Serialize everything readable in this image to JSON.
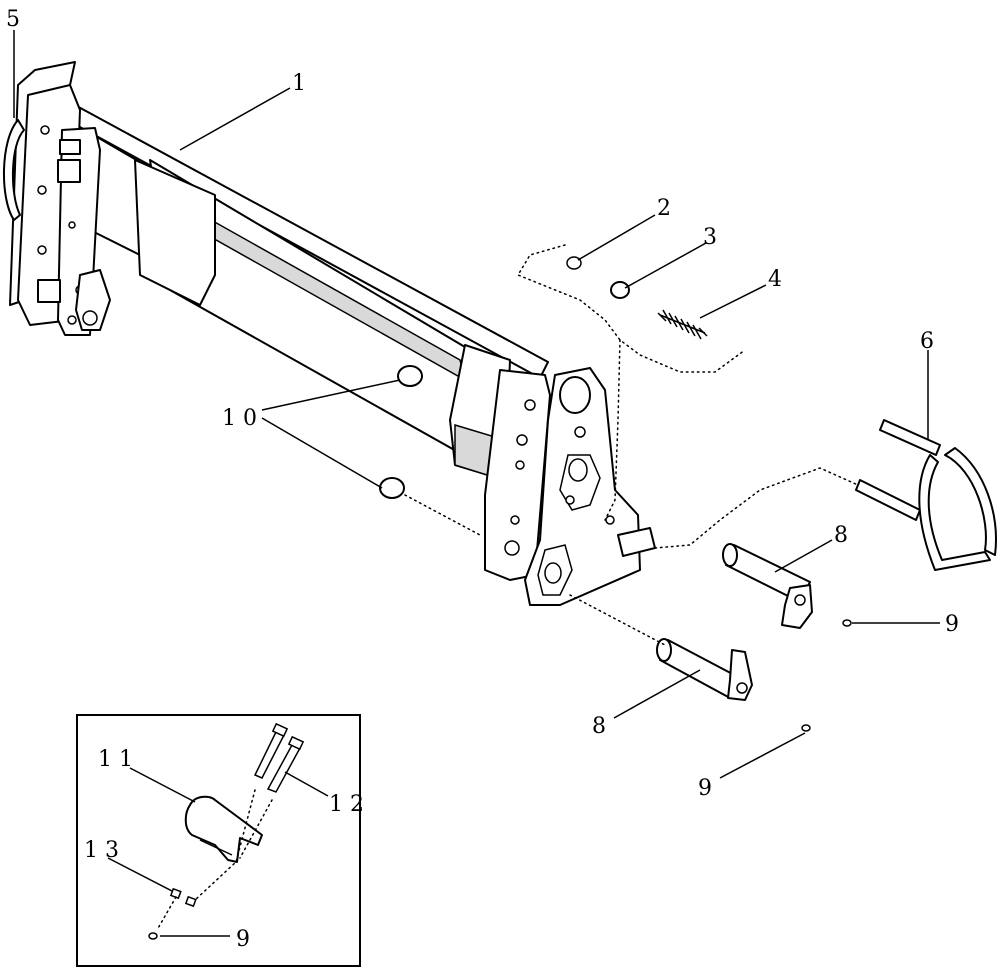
{
  "diagram": {
    "callouts": {
      "c1": "1",
      "c2": "2",
      "c3": "3",
      "c4": "4",
      "c5": "5",
      "c6": "6",
      "c8a": "8",
      "c8b": "8",
      "c9a": "9",
      "c9b": "9",
      "c10": "1 0"
    },
    "inset": {
      "c11": "1 1",
      "c12": "1 2",
      "c13": "1 3",
      "c9": "9"
    }
  }
}
